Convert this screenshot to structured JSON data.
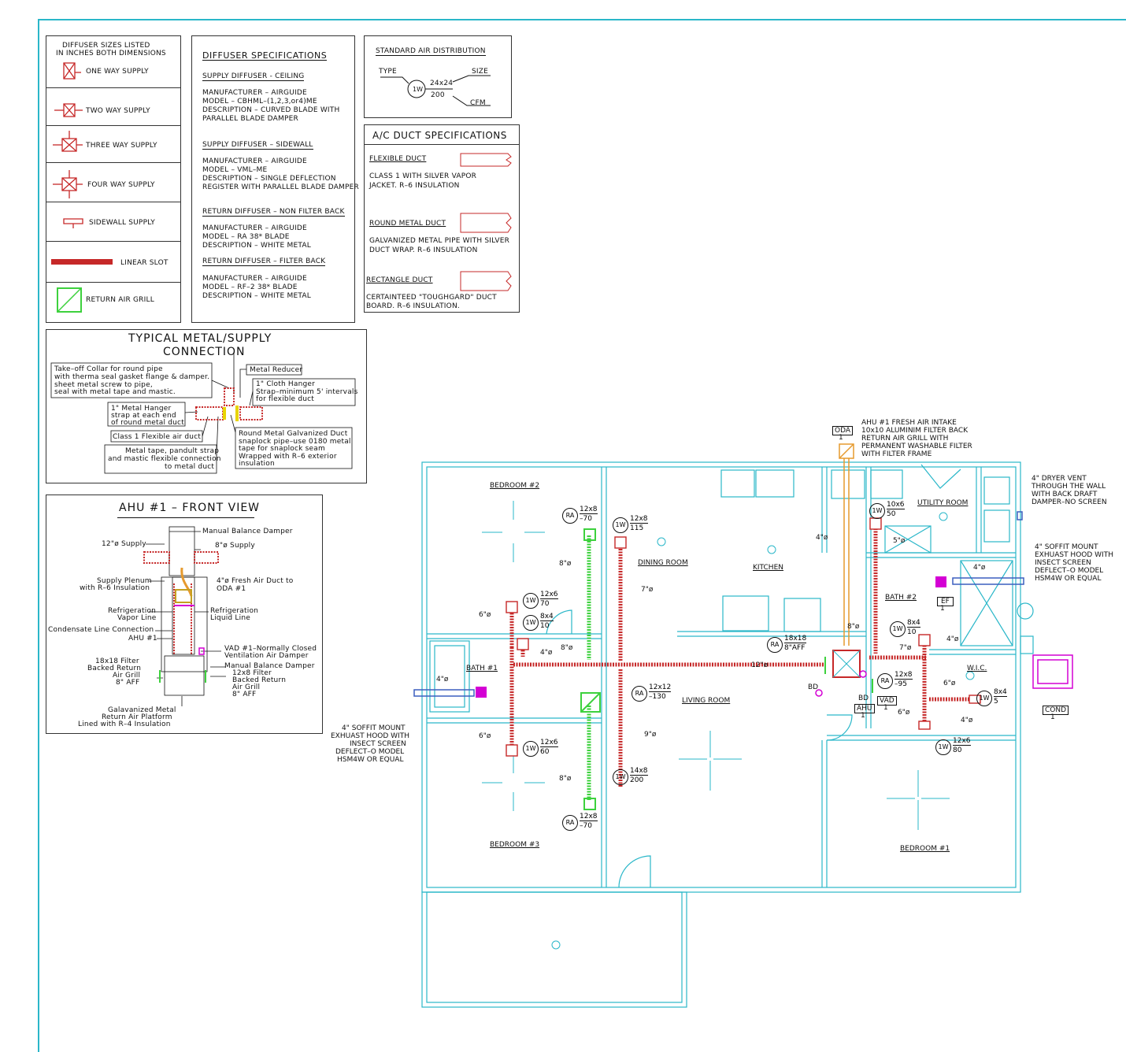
{
  "legend": {
    "title_line1": "DIFFUSER SIZES LISTED",
    "title_line2": "IN INCHES BOTH DIMENSIONS",
    "items": [
      "ONE WAY SUPPLY",
      "TWO WAY SUPPLY",
      "THREE WAY SUPPLY",
      "FOUR WAY SUPPLY",
      "SIDEWALL SUPPLY",
      "LINEAR SLOT",
      "RETURN AIR GRILL"
    ]
  },
  "specs": {
    "title": "DIFFUSER SPECIFICATIONS",
    "sections": [
      {
        "heading": "SUPPLY DIFFUSER - CEILING",
        "lines": [
          "MANUFACTURER  –  AIRGUIDE",
          "MODEL           –  CBHML–(1,2,3,or4)ME",
          "DESCRIPTION   –   CURVED BLADE WITH",
          "PARALLEL BLADE DAMPER"
        ]
      },
      {
        "heading": "SUPPLY DIFFUSER  –  SIDEWALL",
        "lines": [
          "MANUFACTURER  –  AIRGUIDE",
          "MODEL           –  VML–ME",
          "DESCRIPTION   –   SINGLE DEFLECTION",
          "REGISTER WITH PARALLEL BLADE DAMPER"
        ]
      },
      {
        "heading": "RETURN DIFFUSER  –  NON FILTER BACK",
        "lines": [
          "MANUFACTURER  –  AIRGUIDE",
          "MODEL           –  RA 38* BLADE",
          "DESCRIPTION   –  WHITE METAL"
        ]
      },
      {
        "heading": "RETURN DIFFUSER  –  FILTER BACK",
        "lines": [
          "MANUFACTURER  –  AIRGUIDE",
          "MODEL           –  RF–2 38* BLADE",
          "DESCRIPTION   –  WHITE METAL"
        ]
      }
    ]
  },
  "std_air": {
    "title": "STANDARD AIR DISTRIBUTION",
    "type": "TYPE",
    "size": "SIZE",
    "cfm": "CFM",
    "code": "1W",
    "dim": "24x24",
    "value": "200"
  },
  "ac_duct": {
    "title": "A/C DUCT SPECIFICATIONS",
    "items": [
      {
        "name": "FLEXIBLE DUCT",
        "desc1": "CLASS 1 WITH SILVER VAPOR",
        "desc2": "JACKET. R–6 INSULATION"
      },
      {
        "name": "ROUND METAL DUCT",
        "desc1": "GALVANIZED METAL PIPE WITH SILVER",
        "desc2": "DUCT WRAP. R–6 INSULATION"
      },
      {
        "name": "RECTANGLE DUCT",
        "desc1": "CERTAINTEED \"TOUGHGARD\" DUCT",
        "desc2": "BOARD. R–6 INSULATION."
      }
    ]
  },
  "typical": {
    "title1": "TYPICAL METAL/SUPPLY",
    "title2": "CONNECTION",
    "notes": {
      "collar1": "Take–off Collar for round pipe",
      "collar2": "with therma seal gasket flange & damper.",
      "collar3": "sheet metal screw to pipe,",
      "collar4": "seal with metal tape and mastic.",
      "reducer": "Metal Reducer",
      "cloth1": "1\" Cloth Hanger",
      "cloth2": "Strap–minimum 5' intervals",
      "cloth3": "for flexible duct",
      "metal1": "1\" Metal Hanger",
      "metal2": "strap at each end",
      "metal3": "of round metal duct",
      "flex": "Class 1 Flexible air duct",
      "tape1": "Metal tape, pandult strap",
      "tape2": "and mastic flexible connection",
      "tape3": "to metal duct",
      "round1": "Round Metal Galvanized Duct",
      "round2": "snaplock pipe–use 0180 metal",
      "round3": "tape for snaplock seam",
      "round4": "Wrapped with R–6 exterior",
      "round5": "insulation"
    }
  },
  "ahu": {
    "title": "AHU #1 – FRONT VIEW",
    "labels": {
      "mbd": "Manual Balance Damper",
      "s12": "12\"ø Supply",
      "s8": "8\"ø Supply",
      "plenum1": "Supply Plenum",
      "plenum2": "with R–6 Insulation",
      "fresh1": "4\"ø Fresh Air Duct to",
      "fresh2": "ODA #1",
      "refv1": "Refrigeration",
      "refv2": "Vapor Line",
      "refl1": "Refrigeration",
      "refl2": "Liquid Line",
      "cond": "Condensate Line Connection",
      "ahu": "AHU #1",
      "vad1": "VAD #1–Normally Closed",
      "vad2": "Ventilation Air Damper",
      "mbd2": "Manual Balance Damper",
      "f18_1": "18x18 Filter",
      "f18_2": "Backed Return",
      "f18_3": "Air Grill",
      "f18_4": "8\" AFF",
      "f12_1": "12x8 Filter",
      "f12_2": "Backed Return",
      "f12_3": "Air Grill",
      "f12_4": "8\" AFF",
      "plat1": "Galavanized Metal",
      "plat2": "Return Air Platform",
      "plat3": "Lined with R–4 Insulation"
    }
  },
  "plan": {
    "rooms": {
      "bed2": "BEDROOM #2",
      "dining": "DINING ROOM",
      "kitchen": "KITCHEN",
      "utility": "UTILITY ROOM",
      "bath2": "BATH #2",
      "bath1": "BATH #1",
      "living": "LIVING ROOM",
      "wic": "W.I.C.",
      "bed3": "BEDROOM #3",
      "bed1": "BEDROOM #1"
    },
    "notes": {
      "oda1": "AHU #1 FRESH AIR INTAKE",
      "oda2": "10x10 ALUMINIM FILTER BACK",
      "oda3": "RETURN AIR GRILL WITH",
      "oda4": "PERMANENT WASHABLE FILTER",
      "oda5": "WITH FILTER FRAME",
      "dry1": "4\" DRYER VENT",
      "dry2": "THROUGH THE WALL",
      "dry3": "WITH BACK DRAFT",
      "dry4": "DAMPER–NO SCREEN",
      "sof1": "4\" SOFFIT MOUNT",
      "sof2": "EXHUAST HOOD WITH",
      "sof3": "INSECT SCREEN",
      "sof4": "DEFLECT–O MODEL",
      "sof5": "HSM4W OR EQUAL",
      "lsof1": "4\" SOFFIT MOUNT",
      "lsof2": "EXHUAST HOOD WITH",
      "lsof3": "INSECT SCREEN",
      "lsof4": "DEFLECT–O MODEL",
      "lsof5": "HSM4W OR EQUAL"
    },
    "boxes": {
      "oda": "ODA",
      "oda_n": "1",
      "ef": "EF",
      "ef_n": "1",
      "ahu": "AHU",
      "ahu_n": "1",
      "vad": "VAD",
      "vad_n": "1",
      "bd1": "BD",
      "bd2": "BD",
      "cond": "COND",
      "cond_n": "1"
    },
    "tags": [
      {
        "code": "RA",
        "dim": "12x8",
        "val": "–70"
      },
      {
        "code": "1W",
        "dim": "12x8",
        "val": "115"
      },
      {
        "code": "1W",
        "dim": "12x6",
        "val": "70"
      },
      {
        "code": "1W",
        "dim": "8x4",
        "val": "10"
      },
      {
        "code": "RA",
        "dim": "12x12",
        "val": "–130"
      },
      {
        "code": "1W",
        "dim": "12x6",
        "val": "60"
      },
      {
        "code": "1W",
        "dim": "14x8",
        "val": "200"
      },
      {
        "code": "RA",
        "dim": "12x8",
        "val": "–70"
      },
      {
        "code": "RA",
        "dim": "18x18",
        "val": "8\"AFF"
      },
      {
        "code": "1W",
        "dim": "10x6",
        "val": "50"
      },
      {
        "code": "1W",
        "dim": "8x4",
        "val": "10"
      },
      {
        "code": "RA",
        "dim": "12x8",
        "val": "–95"
      },
      {
        "code": "1W",
        "dim": "8x4",
        "val": "5"
      },
      {
        "code": "1W",
        "dim": "12x6",
        "val": "80"
      }
    ],
    "sizes": {
      "d8a": "8\"ø",
      "d7a": "7\"ø",
      "d6a": "6\"ø",
      "d4a": "4\"ø",
      "d8b": "8\"ø",
      "d4b": "4\"ø",
      "d12": "12\"ø",
      "d9": "9\"ø",
      "d6b": "6\"ø",
      "d8c": "8\"ø",
      "d4c": "4\"ø",
      "d5": "5\"ø",
      "d4d": "4\"ø",
      "d8d": "8\"ø",
      "d7b": "7\"ø",
      "d4e": "4\"ø",
      "d6c": "6\"ø",
      "d6d": "6\"ø",
      "d4f": "4\"ø"
    }
  },
  "colors": {
    "wall": "#2ab7c9",
    "duct": "#c62828",
    "return": "#3dd13d",
    "fresh": "#e69a2e",
    "exhaust": "#3b5fbf",
    "magenta": "#d400d4"
  }
}
